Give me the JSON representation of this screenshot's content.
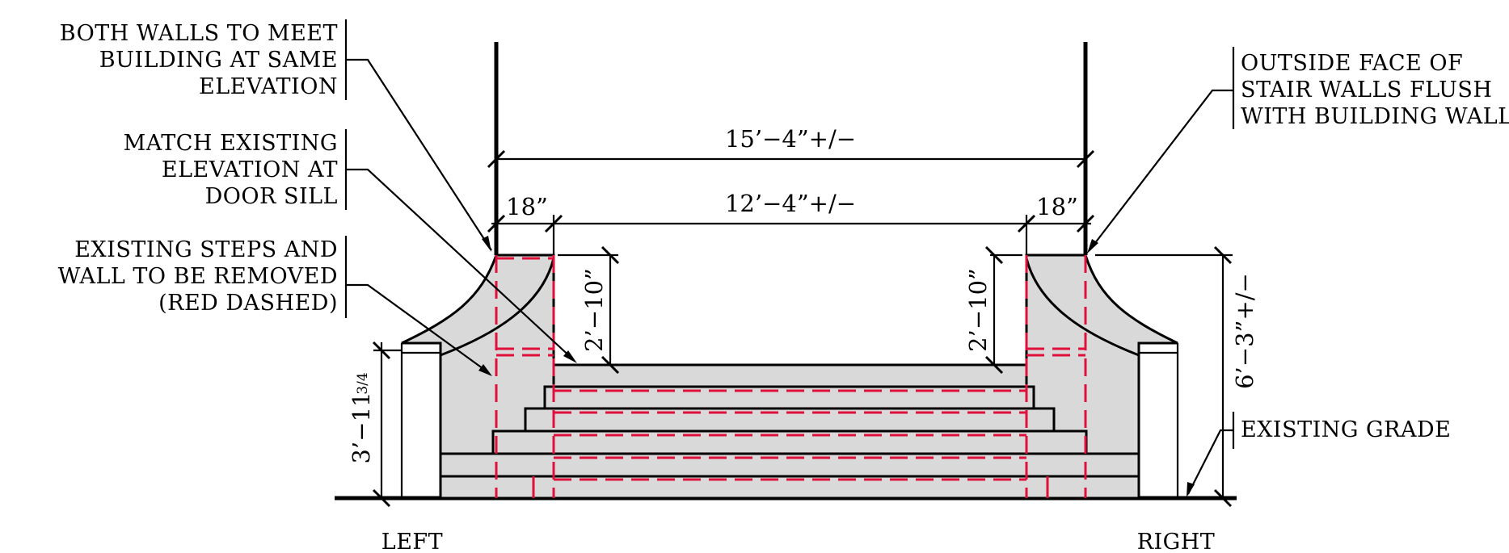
{
  "notes": {
    "both_walls": [
      "BOTH WALLS TO MEET",
      "BUILDING AT SAME",
      "ELEVATION"
    ],
    "match_existing": [
      "MATCH EXISTING",
      "ELEVATION AT",
      "DOOR SILL"
    ],
    "existing_steps": [
      "EXISTING STEPS AND",
      "WALL TO BE REMOVED",
      "(RED DASHED)"
    ],
    "outside_face": [
      "OUTSIDE FACE OF",
      "STAIR WALLS FLUSH",
      "WITH BUILDING WALL"
    ],
    "existing_grade": "EXISTING GRADE"
  },
  "dimensions": {
    "overall_width": "15’−4”+/−",
    "inner_width": "12’−4”+/−",
    "left_wall": "18”",
    "right_wall": "18”",
    "left_rise": "2’−10”",
    "right_rise": "2’−10”",
    "total_height": "6’−3”+/−",
    "end_wall_height": "3’−11",
    "end_wall_height_frac": "3/4"
  },
  "views": {
    "left": "LEFT",
    "right": "RIGHT"
  },
  "colors": {
    "removal": "#e0103a",
    "fill": "#d9d9d9"
  }
}
